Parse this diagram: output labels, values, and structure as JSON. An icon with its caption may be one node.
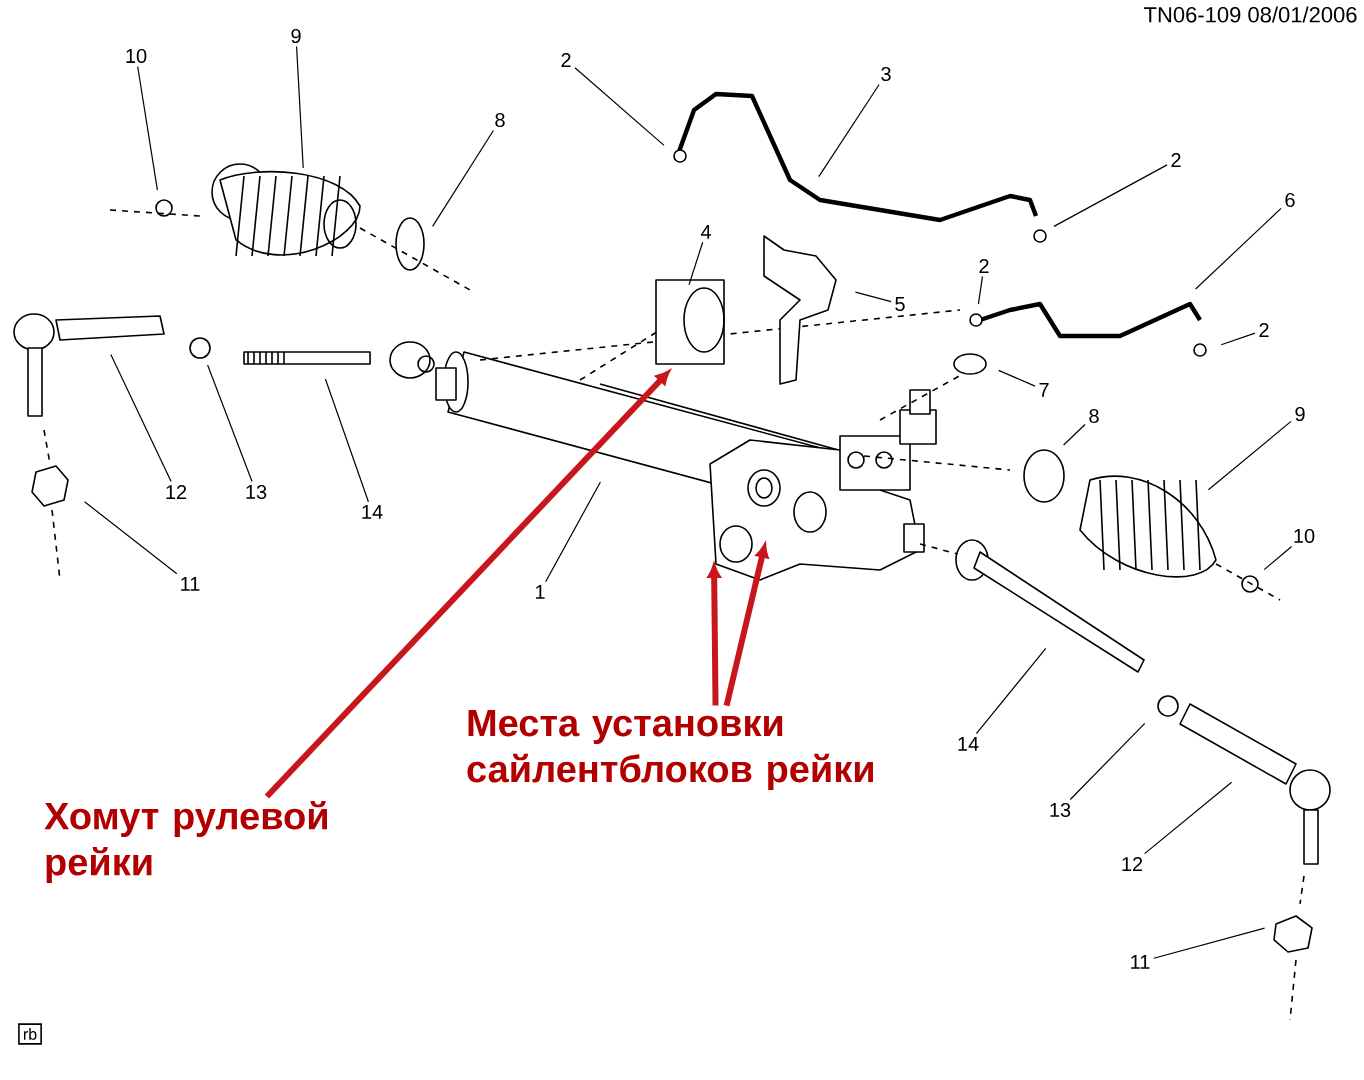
{
  "diagram": {
    "nodes": [
      {
        "text": [
          "10"
        ]
      },
      {
        "text": [
          "9"
        ]
      },
      {
        "text": [
          "8"
        ]
      },
      {
        "text": [
          "2"
        ]
      },
      {
        "text": [
          "3"
        ]
      },
      {
        "text": [
          "4"
        ]
      },
      {
        "text": [
          "5"
        ]
      },
      {
        "text": [
          "2"
        ]
      },
      {
        "text": [
          "2"
        ]
      },
      {
        "text": [
          "6"
        ]
      },
      {
        "text": [
          "2"
        ]
      },
      {
        "text": [
          "7"
        ]
      },
      {
        "text": [
          "8"
        ]
      },
      {
        "text": [
          "9"
        ]
      },
      {
        "text": [
          "10"
        ]
      },
      {
        "text": [
          "12"
        ]
      },
      {
        "text": [
          "13"
        ]
      },
      {
        "text": [
          "14"
        ]
      },
      {
        "text": [
          "11"
        ]
      },
      {
        "text": [
          "1"
        ]
      },
      {
        "text": [
          "14"
        ]
      },
      {
        "text": [
          "13"
        ]
      },
      {
        "text": [
          "12"
        ]
      },
      {
        "text": [
          "11"
        ]
      },
      {
        "text": [
          "Хомут рулевой рейки"
        ]
      },
      {
        "text": [
          "Места установки сайлентблоков рейки"
        ]
      }
    ],
    "edges": [
      {
        "from": 0,
        "to": null,
        "arrow": "none"
      },
      {
        "from": 1,
        "to": null,
        "arrow": "none"
      },
      {
        "from": 2,
        "to": null,
        "arrow": "none"
      },
      {
        "from": 3,
        "to": null,
        "arrow": "none"
      },
      {
        "from": 4,
        "to": null,
        "arrow": "none"
      },
      {
        "from": 5,
        "to": null,
        "arrow": "none"
      },
      {
        "from": 6,
        "to": null,
        "arrow": "none"
      },
      {
        "from": 7,
        "to": null,
        "arrow": "none"
      },
      {
        "from": 8,
        "to": null,
        "arrow": "none"
      },
      {
        "from": 9,
        "to": null,
        "arrow": "none"
      },
      {
        "from": 10,
        "to": null,
        "arrow": "none"
      },
      {
        "from": 11,
        "to": null,
        "arrow": "none"
      },
      {
        "from": 12,
        "to": null,
        "arrow": "none"
      },
      {
        "from": 13,
        "to": null,
        "arrow": "none"
      },
      {
        "from": 14,
        "to": null,
        "arrow": "none"
      },
      {
        "from": 15,
        "to": null,
        "arrow": "none"
      },
      {
        "from": 16,
        "to": null,
        "arrow": "none"
      },
      {
        "from": 17,
        "to": null,
        "arrow": "none"
      },
      {
        "from": 18,
        "to": null,
        "arrow": "none"
      },
      {
        "from": 19,
        "to": null,
        "arrow": "none"
      },
      {
        "from": 20,
        "to": null,
        "arrow": "none"
      },
      {
        "from": 21,
        "to": null,
        "arrow": "none"
      },
      {
        "from": 22,
        "to": null,
        "arrow": "none"
      },
      {
        "from": 23,
        "to": null,
        "arrow": "none"
      },
      {
        "from": 24,
        "to": null,
        "arrow": "to",
        "style": "thick",
        "color": "#c8161d"
      },
      {
        "from": 25,
        "to": null,
        "arrow": "to",
        "style": "thick",
        "color": "#c8161d"
      },
      {
        "from": 25,
        "to": null,
        "arrow": "to",
        "style": "thick",
        "color": "#c8161d"
      }
    ],
    "labels": [
      "TN06-109 08/01/2006",
      "rb"
    ]
  }
}
